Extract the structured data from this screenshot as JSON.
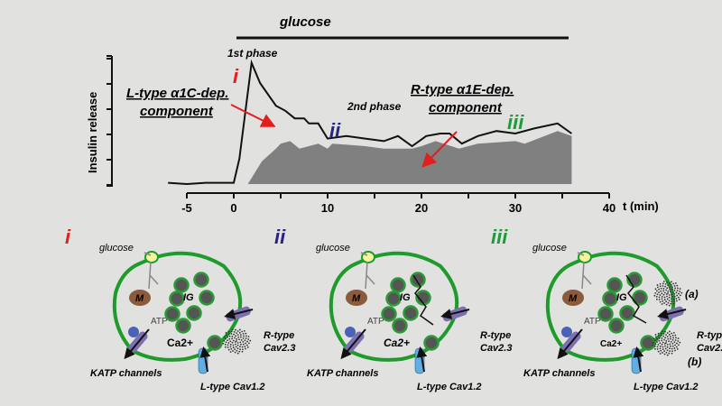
{
  "title": "glucose",
  "chart_data": {
    "type": "line",
    "ylabel": "Insulin release",
    "xlabel": "t (min)",
    "xticks": [
      "-5",
      "0",
      "10",
      "20",
      "30",
      "40"
    ],
    "xlim": [
      -7,
      40
    ],
    "line": [
      [
        -7,
        0.05
      ],
      [
        -5,
        0
      ],
      [
        -3,
        0.05
      ],
      [
        0,
        0.05
      ],
      [
        0.6,
        1.0
      ],
      [
        1.9,
        4.8
      ],
      [
        2.8,
        4.0
      ],
      [
        4.5,
        3.1
      ],
      [
        5.5,
        2.9
      ],
      [
        6.5,
        2.6
      ],
      [
        7.5,
        2.6
      ],
      [
        8,
        2.4
      ],
      [
        9,
        2.4
      ],
      [
        10,
        1.8
      ],
      [
        12,
        1.9
      ],
      [
        14,
        1.8
      ],
      [
        16,
        1.7
      ],
      [
        17.5,
        1.9
      ],
      [
        19,
        1.5
      ],
      [
        20.5,
        1.9
      ],
      [
        22,
        2.0
      ],
      [
        23,
        2.0
      ],
      [
        24.3,
        1.6
      ],
      [
        26,
        1.9
      ],
      [
        28,
        2.1
      ],
      [
        30,
        2.0
      ],
      [
        32,
        2.2
      ],
      [
        34.5,
        2.4
      ],
      [
        36,
        2.0
      ]
    ],
    "area": [
      [
        1.5,
        0
      ],
      [
        3,
        0.9
      ],
      [
        4.5,
        1.4
      ],
      [
        5,
        1.6
      ],
      [
        6,
        1.7
      ],
      [
        7,
        1.4
      ],
      [
        8,
        1.5
      ],
      [
        9,
        1.6
      ],
      [
        10,
        1.4
      ],
      [
        10.5,
        1.6
      ],
      [
        14,
        1.5
      ],
      [
        16,
        1.4
      ],
      [
        19,
        1.4
      ],
      [
        20,
        1.5
      ],
      [
        21.5,
        1.7
      ],
      [
        24,
        1.4
      ],
      [
        26,
        1.6
      ],
      [
        30,
        1.7
      ],
      [
        31,
        1.6
      ],
      [
        34.5,
        2.1
      ],
      [
        36,
        1.9
      ],
      [
        36,
        0
      ]
    ],
    "colors": {
      "line": "#111111",
      "area": "#808080"
    }
  },
  "annotations": {
    "first_phase": "1st phase",
    "second_phase": "2nd phase",
    "l_component": [
      "L-type α1C-dep.",
      "component"
    ],
    "r_component": [
      "R-type α1E-dep.",
      "component"
    ],
    "labels": [
      "i",
      "ii",
      "iii"
    ]
  },
  "cells": {
    "glucose": "glucose",
    "mito": "M",
    "ig": "IG",
    "atp": "ATP",
    "ca": "Ca2+",
    "katp": "KATP channels",
    "ltype": "L-type Cav1.2",
    "rtype": [
      "R-type",
      "Cav2.3"
    ],
    "a": "(a)",
    "b": "(b)"
  },
  "colors": {
    "i": "#e0201c",
    "ii": "#27237f",
    "iii": "#1e9a3a",
    "membrane": "#1f9a2c"
  }
}
